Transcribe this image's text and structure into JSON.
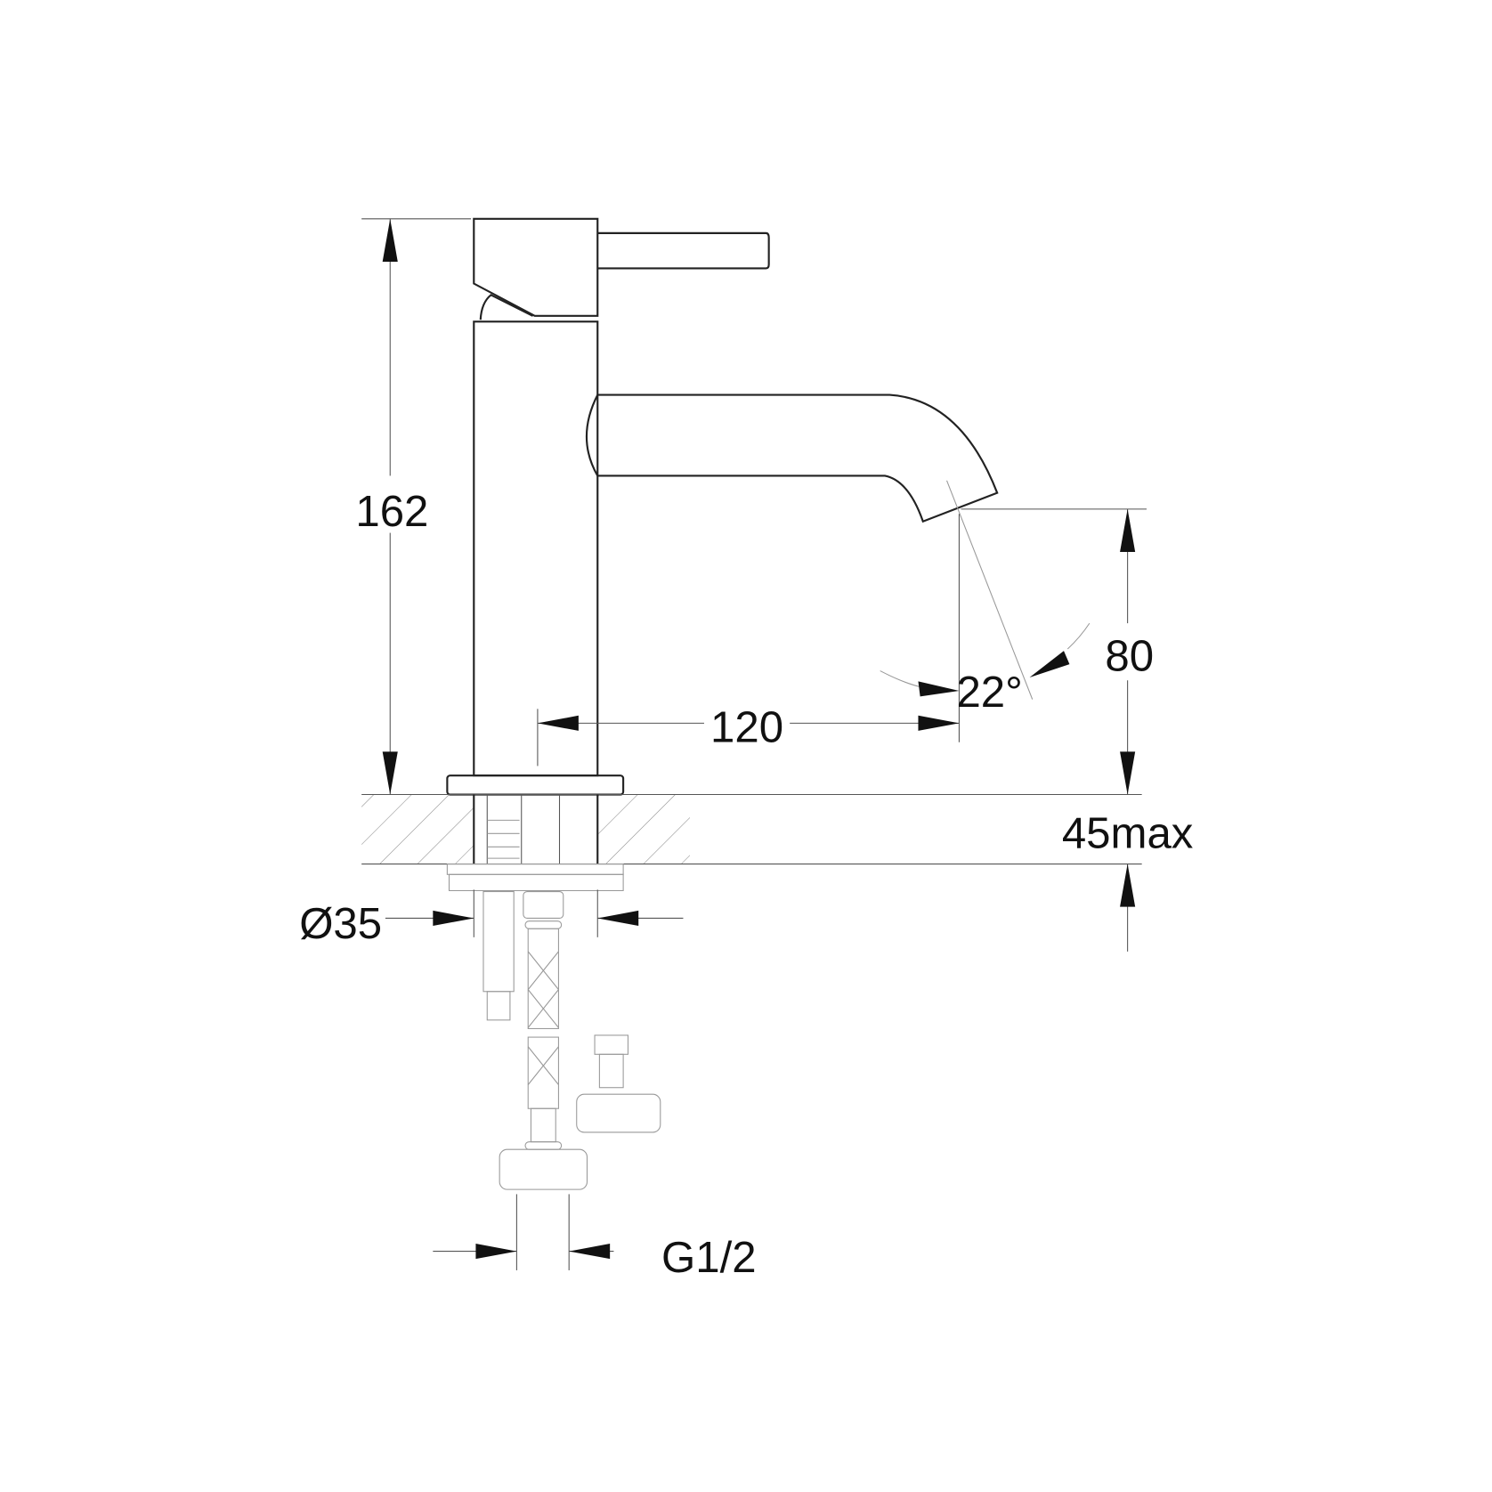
{
  "drawing": {
    "dimensions": {
      "height_total": "162",
      "spout_reach": "120",
      "spout_height": "80",
      "spout_angle": "22°",
      "counter_thickness": "45max",
      "body_diameter": "Ø35",
      "connection_thread": "G1/2"
    },
    "colors": {
      "line": "#222222",
      "background": "#ffffff"
    }
  }
}
